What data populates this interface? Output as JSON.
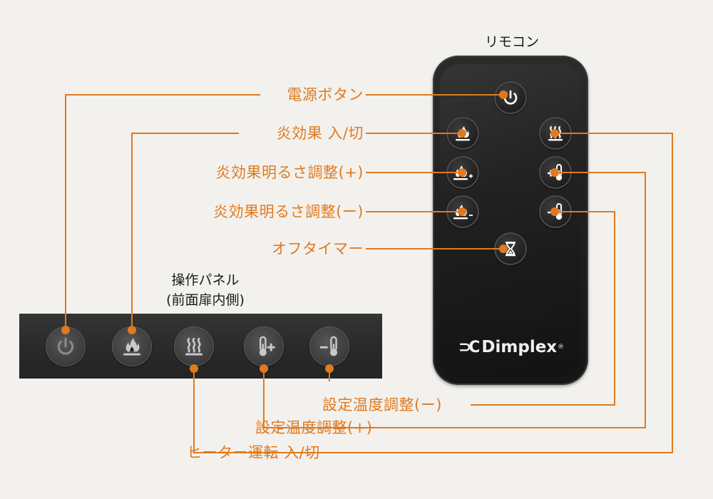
{
  "remote_title": "リモコン",
  "panel_title_line1": "操作パネル",
  "panel_title_line2": "(前面扉内側)",
  "brand": "Dimplex",
  "brand_mark": "⊃C",
  "brand_registered": "®",
  "colors": {
    "accent": "#e07a1f",
    "background": "#f3f1ee",
    "remote_body": "#1d1d1d",
    "panel_body": "#2c2c2c"
  },
  "labels": {
    "power": "電源ボタン",
    "flame_onoff": "炎効果 入/切",
    "flame_bright_up": "炎効果明るさ調整(+)",
    "flame_bright_down": "炎効果明るさ調整(ー)",
    "off_timer": "オフタイマー",
    "temp_down": "設定温度調整(ー)",
    "temp_up": "設定温度調整(+)",
    "heater_onoff": "ヒーター運転 入/切"
  },
  "remote_buttons": [
    {
      "name": "power",
      "icon": "power-icon"
    },
    {
      "name": "flame",
      "icon": "flame-icon"
    },
    {
      "name": "heater",
      "icon": "heat-waves-icon"
    },
    {
      "name": "flame-plus",
      "icon": "flame-plus-icon"
    },
    {
      "name": "temp-plus",
      "icon": "thermometer-plus-icon"
    },
    {
      "name": "flame-minus",
      "icon": "flame-minus-icon"
    },
    {
      "name": "temp-minus",
      "icon": "thermometer-minus-icon"
    },
    {
      "name": "timer",
      "icon": "hourglass-icon"
    }
  ],
  "panel_buttons": [
    {
      "name": "power",
      "icon": "power-icon"
    },
    {
      "name": "flame",
      "icon": "flame-icon"
    },
    {
      "name": "heater",
      "icon": "heat-waves-icon"
    },
    {
      "name": "temp-plus",
      "icon": "thermometer-plus-icon"
    },
    {
      "name": "temp-minus",
      "icon": "thermometer-minus-icon"
    }
  ]
}
